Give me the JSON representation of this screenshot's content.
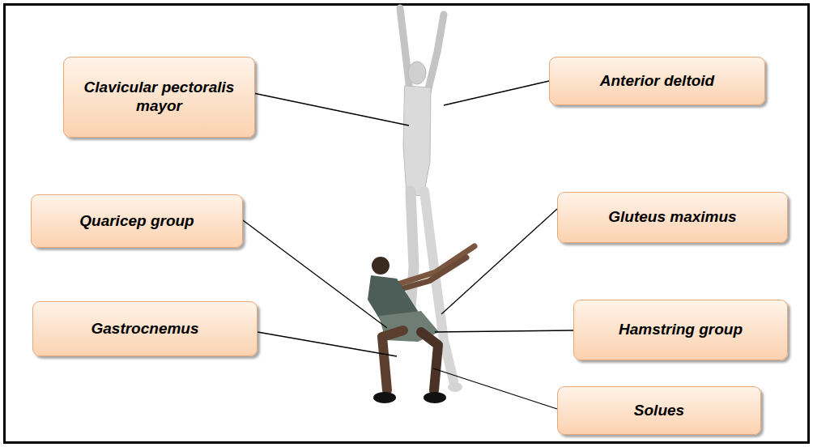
{
  "diagram": {
    "nodes": [
      {
        "text": [
          "Clavicular pectoralis mayor"
        ]
      },
      {
        "text": [
          "Anterior deltoid"
        ]
      },
      {
        "text": [
          "Quaricep group"
        ]
      },
      {
        "text": [
          "Gluteus maximus"
        ]
      },
      {
        "text": [
          "Gastrocnemus"
        ]
      },
      {
        "text": [
          "Hamstring group"
        ]
      },
      {
        "text": [
          "Solues"
        ]
      }
    ]
  }
}
